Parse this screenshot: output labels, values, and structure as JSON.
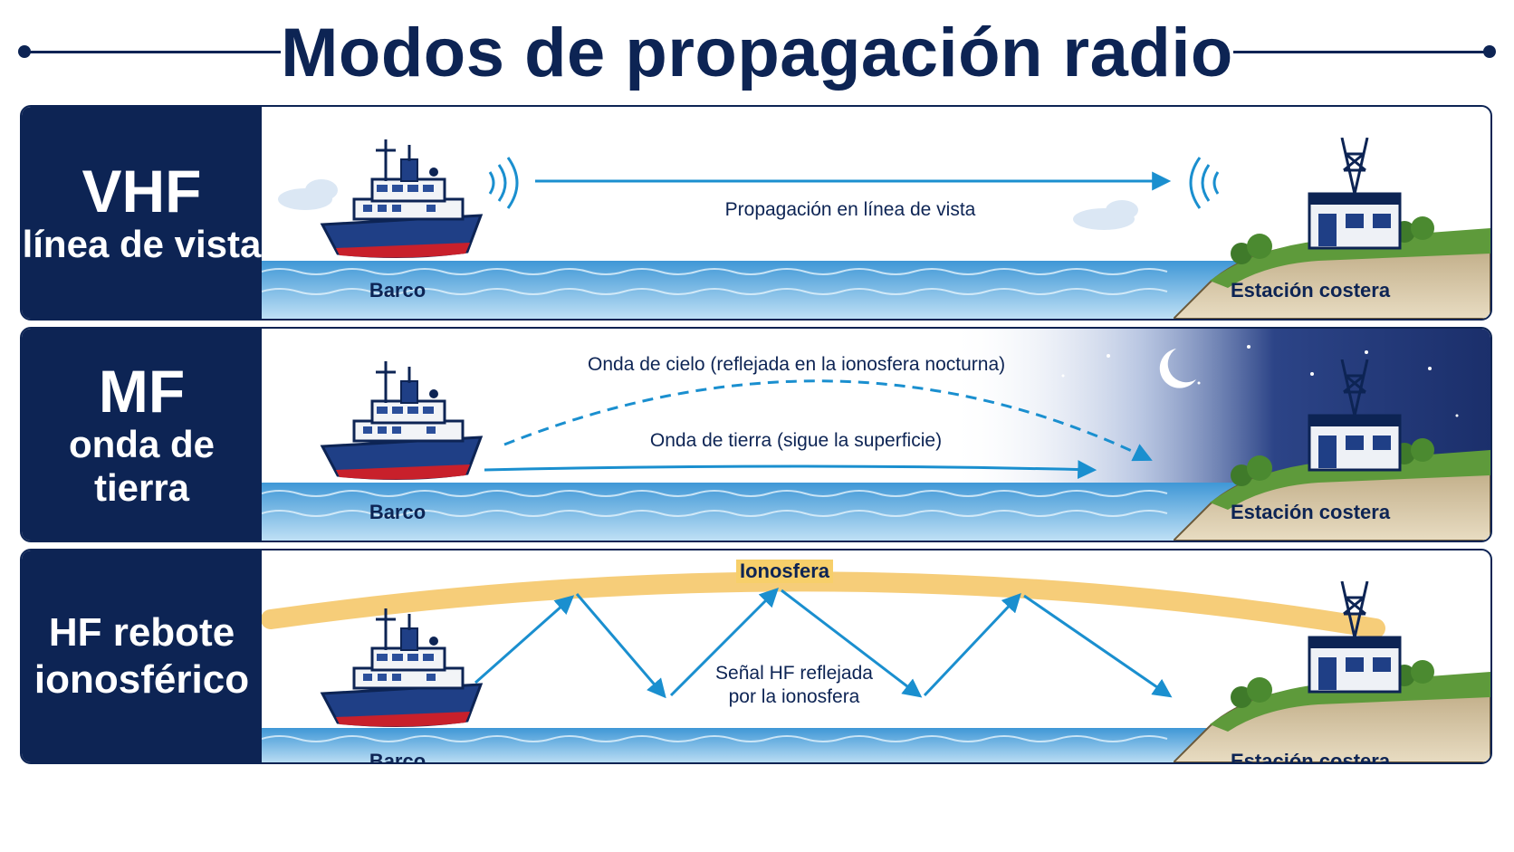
{
  "title": "Modos de propagación radio",
  "colors": {
    "navy": "#0d2454",
    "signal": "#1a8fcf",
    "sea": "#4fa7de",
    "ionosphere": "#f5c462",
    "night_sky": "#1f3575"
  },
  "panels": [
    {
      "band": "VHF",
      "mode": "línea de vista",
      "signal_label": "Propagación en línea de vista",
      "ship_label": "Barco",
      "station_label": "Estación costera",
      "icons": [
        "ship-icon",
        "radio-waves-icon",
        "tower-icon",
        "cloud-icon"
      ]
    },
    {
      "band": "MF",
      "mode": "onda de tierra",
      "sky_wave_label": "Onda de cielo (reflejada en la ionosfera nocturna)",
      "ground_wave_label": "Onda de tierra (sigue la superficie)",
      "ship_label": "Barco",
      "station_label": "Estación costera",
      "icons": [
        "ship-icon",
        "moon-icon",
        "stars-icon",
        "tower-icon"
      ]
    },
    {
      "band_mode": "HF rebote ionosférico",
      "band_mode_lines": [
        "HF rebote",
        "ionosférico"
      ],
      "ionosphere_label": "Ionosfera",
      "signal_label_lines": [
        "Señal HF reflejada",
        "por la ionosfera"
      ],
      "ship_label": "Barco",
      "station_label": "Estación costera",
      "icons": [
        "ship-icon",
        "tower-icon"
      ]
    }
  ]
}
